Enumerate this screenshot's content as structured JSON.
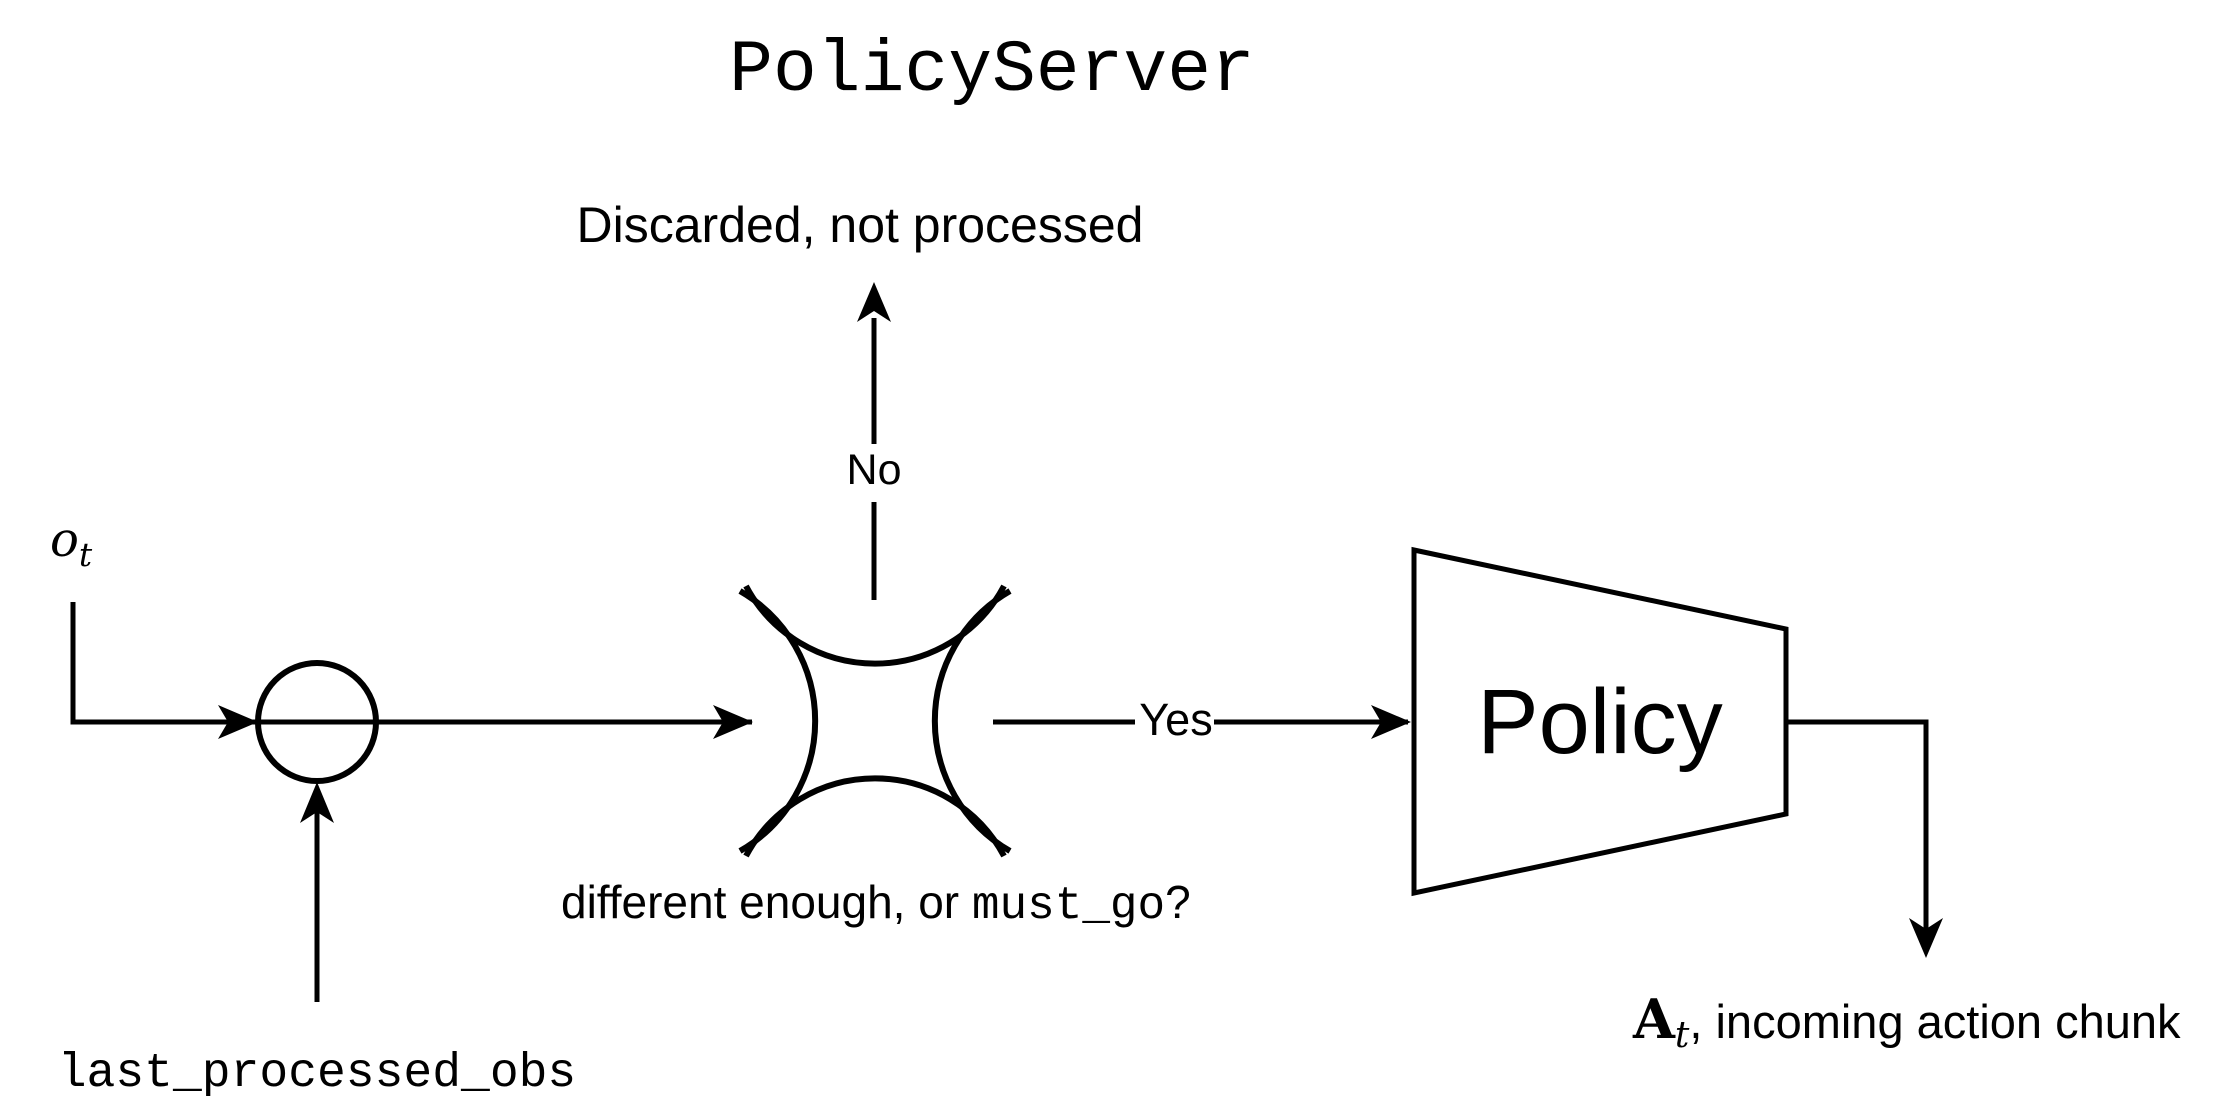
{
  "title": "PolicyServer",
  "colors": {
    "ink": "#000000",
    "background": "#ffffff"
  },
  "labels": {
    "discarded": "Discarded, not processed",
    "no": "No",
    "yes": "Yes",
    "policy": "Policy",
    "observation": {
      "symbol": "o",
      "subscript": "t"
    },
    "last_processed_obs": "last_processed_obs",
    "condition": {
      "prefix": "different enough, or ",
      "code": "must_go",
      "suffix": "?"
    },
    "action_chunk": {
      "symbol": "A",
      "subscript": "t",
      "description": ", incoming action chunk"
    }
  }
}
